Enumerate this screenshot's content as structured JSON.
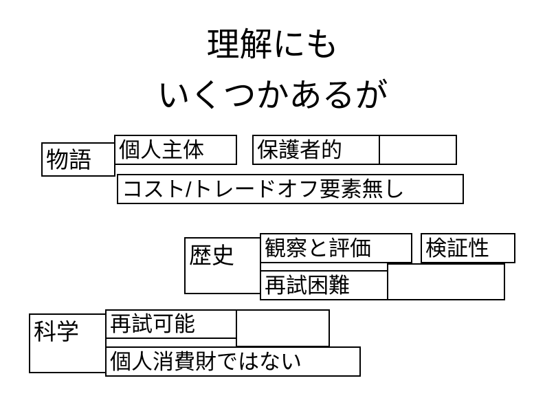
{
  "title": {
    "line1": "理解にも",
    "line2": "いくつかあるが"
  },
  "groups": [
    {
      "label": "物語",
      "boxes": [
        "個人主体",
        "保護者的",
        "コスト/トレードオフ要素無し"
      ]
    },
    {
      "label": "歴史",
      "boxes": [
        "観察と評価",
        "検証性",
        "再試困難"
      ]
    },
    {
      "label": "科学",
      "boxes": [
        "再試可能",
        "個人消費財ではない"
      ]
    }
  ],
  "colors": {
    "border": "#000000",
    "background": "#ffffff",
    "text": "#000000"
  }
}
